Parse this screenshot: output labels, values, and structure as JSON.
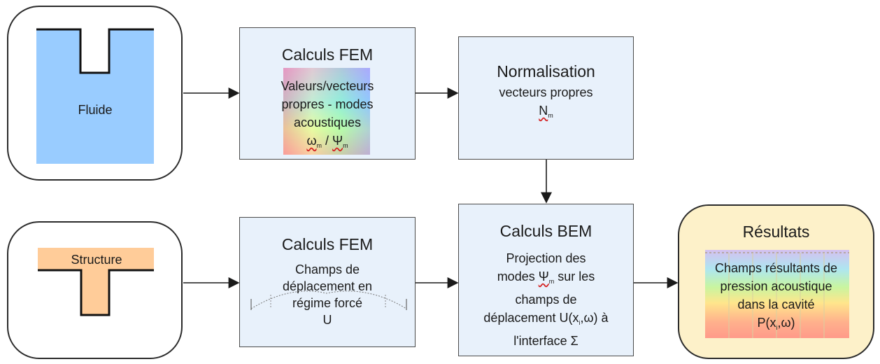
{
  "colors": {
    "fluid": "#99ccff",
    "structure": "#ffcc99",
    "box": "#e8f1fb",
    "results_box": "#fdf1c9",
    "arrow": "#1a1a1a"
  },
  "fluid": {
    "label": "Fluide"
  },
  "structure": {
    "label": "Structure"
  },
  "fem_modes": {
    "title": "Calculs FEM",
    "lines": [
      "Valeurs/vecteurs",
      "propres - modes",
      "acoustiques"
    ],
    "omega": "ω",
    "slash": " / ",
    "psi": "Ψ",
    "sub": "m"
  },
  "normalisation": {
    "title": "Normalisation",
    "line1": "vecteurs propres",
    "symbol": "N",
    "sub": "m"
  },
  "fem_structure": {
    "title": "Calculs FEM",
    "lines": [
      "Champs de",
      "déplacement en",
      "régime forcé",
      "U"
    ]
  },
  "bem": {
    "title": "Calculs BEM",
    "line1": "Projection des",
    "line2_pre": "modes ",
    "line2_psi": "Ψ",
    "line2_sub": "m",
    "line2_post": " sur les",
    "line3": "champs de",
    "line4_pre": "déplacement U(x",
    "line4_sub": "i",
    "line4_post": ",ω) à",
    "line5": "l'interface Σ"
  },
  "results": {
    "title": "Résultats",
    "lines": [
      "Champs résultants de",
      "pression acoustique",
      "dans la cavité"
    ],
    "p_pre": "P(x",
    "p_sub": "i",
    "p_post": ",ω)"
  }
}
